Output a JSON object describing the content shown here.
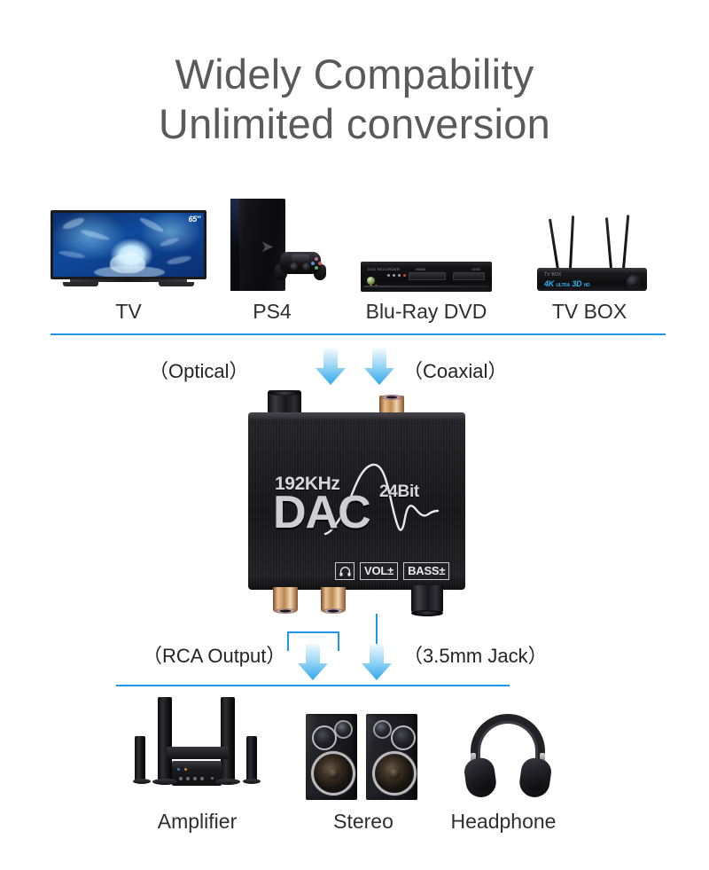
{
  "headline": {
    "line1": "Widely Compability",
    "line2": "Unlimited conversion"
  },
  "sources": {
    "items": [
      {
        "label": "TV",
        "badge": "65″"
      },
      {
        "label": "PS4"
      },
      {
        "label": "Blu-Ray DVD"
      },
      {
        "label": "TV BOX",
        "badge_4k": "4K",
        "badge_3d": "3D",
        "brand": "TV BOX"
      }
    ]
  },
  "inputs": {
    "optical_label": "（Optical）",
    "coaxial_label": "（Coaxial）"
  },
  "device": {
    "sample_rate": "192KHz",
    "title": "DAC",
    "bit_depth": "24Bit",
    "controls": [
      {
        "name": "headphone-icon",
        "label": "♫"
      },
      {
        "name": "volume",
        "label": "VOL±"
      },
      {
        "name": "bass",
        "label": "BASS±"
      }
    ]
  },
  "outputs": {
    "rca_label": "（RCA Output）",
    "jack_label": "（3.5mm Jack）"
  },
  "destinations": {
    "items": [
      {
        "label": "Amplifier"
      },
      {
        "label": "Stereo"
      },
      {
        "label": "Headphone"
      }
    ]
  },
  "colors": {
    "accent_blue": "#1f96e8",
    "arrow_top": "#eaf6fe",
    "arrow_bottom": "#2fa8ec",
    "headline_gray": "#5a5a5a",
    "label_dark": "#2e2e2e",
    "device_black": "#17171a",
    "connector_gold": "#c08b52"
  }
}
